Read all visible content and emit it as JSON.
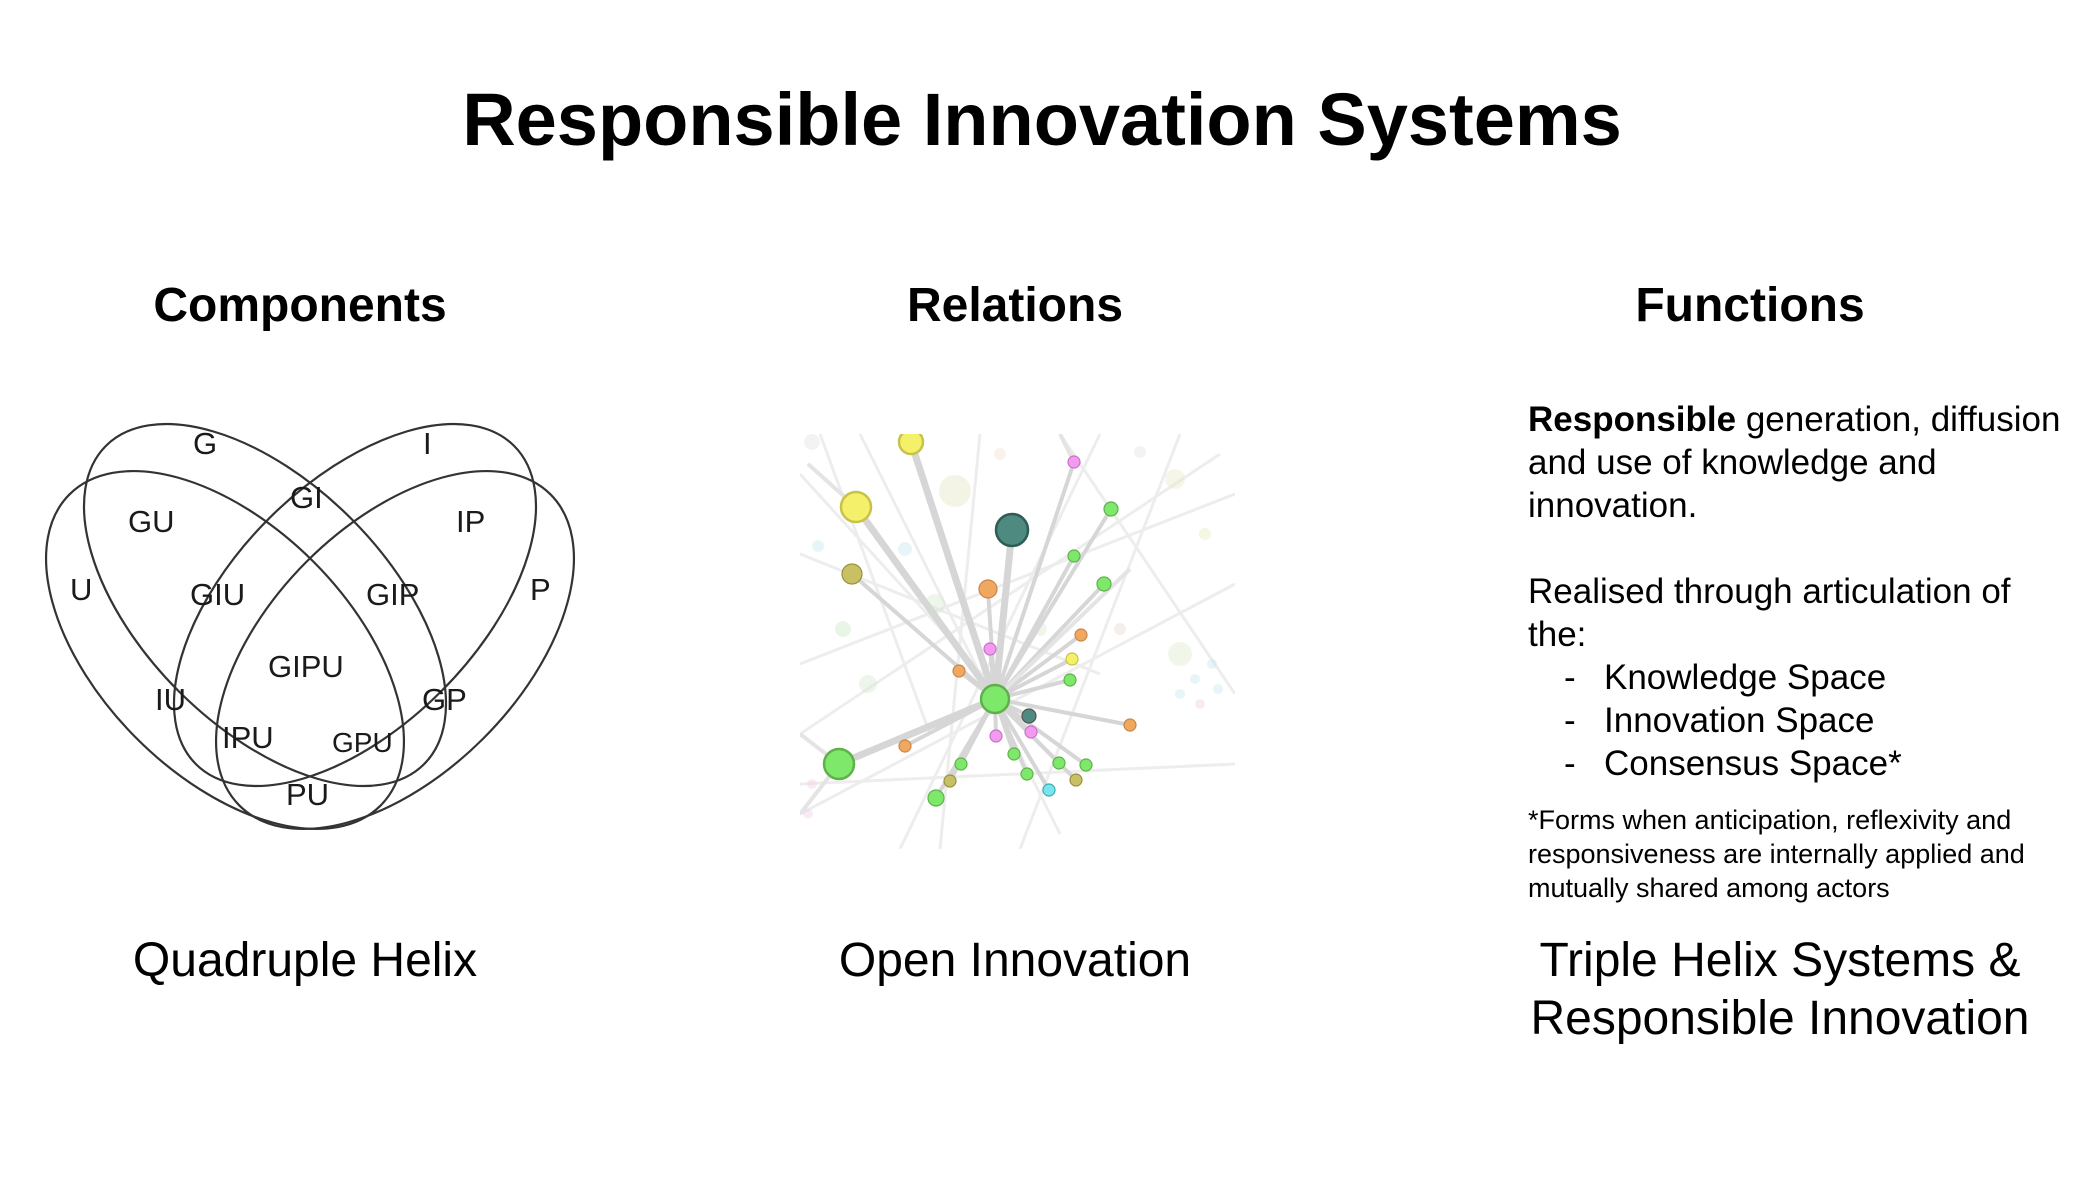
{
  "title": "Responsible Innovation Systems",
  "columns": {
    "components": {
      "heading": "Components",
      "footer": "Quadruple Helix",
      "venn_labels": [
        "G",
        "I",
        "U",
        "P",
        "GU",
        "GI",
        "IP",
        "GIU",
        "GIP",
        "GIPU",
        "IU",
        "GP",
        "IPU",
        "GPU",
        "PU"
      ]
    },
    "relations": {
      "heading": "Relations",
      "footer": "Open Innovation"
    },
    "functions": {
      "heading": "Functions",
      "intro_bold": "Responsible",
      "intro_rest": " generation, diffusion and use of knowledge and innovation.",
      "realised": "Realised through articulation of the:",
      "bullets": [
        "Knowledge Space",
        "Innovation Space",
        "Consensus Space*"
      ],
      "bullet_dash": "-",
      "footnote": "*Forms when anticipation, reflexivity and responsiveness are internally applied and mutually shared among actors",
      "footer_line1": "Triple Helix Systems &",
      "footer_line2": "Responsible Innovation"
    }
  },
  "colors": {
    "text": "#000000",
    "venn_stroke": "#333333",
    "edge": "#d6d6d6",
    "node_green": "#7ee86a",
    "node_yellow": "#f5f06a",
    "node_teal": "#4f8a80",
    "node_orange": "#f0a860",
    "node_pink": "#f29af0",
    "node_olive": "#c8c064"
  }
}
